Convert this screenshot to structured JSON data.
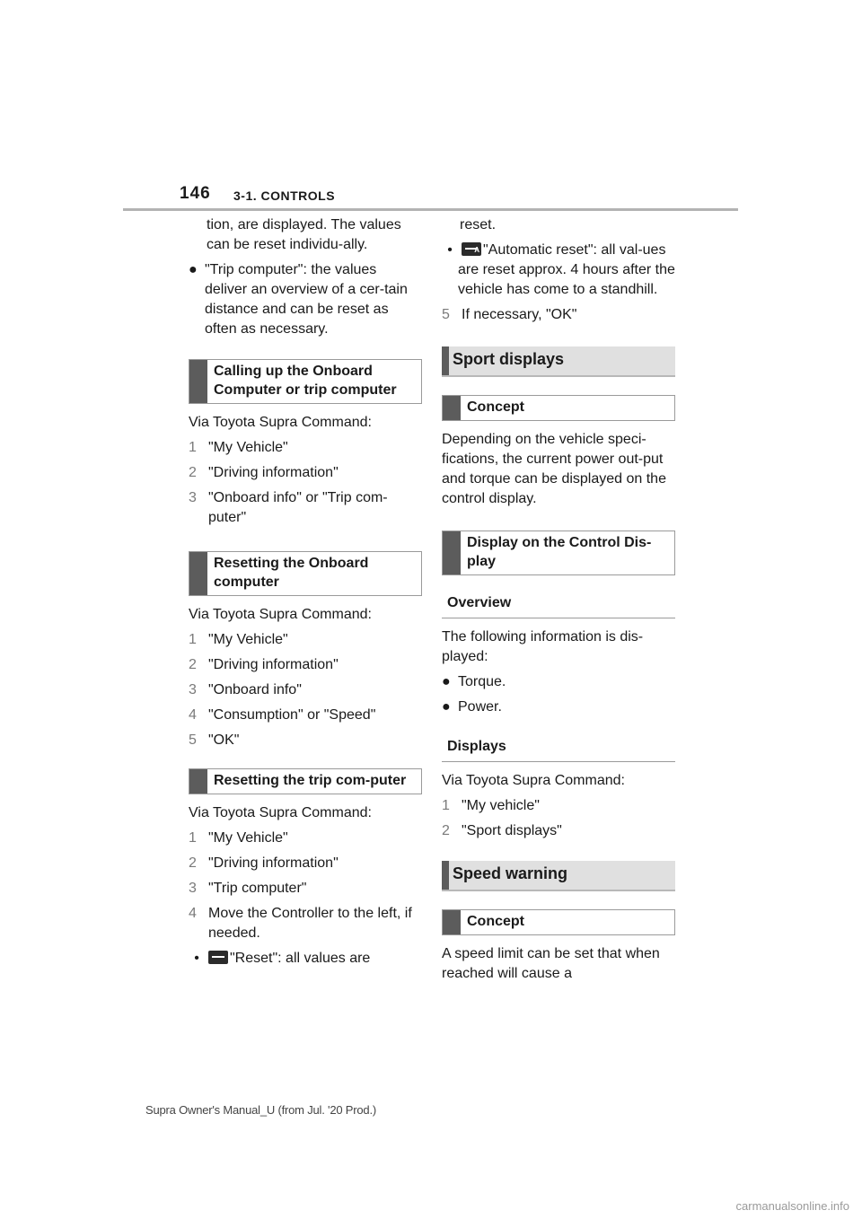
{
  "header": {
    "page_number": "146",
    "section": "3-1. CONTROLS"
  },
  "left": {
    "intro": "tion, are displayed. The values can be reset individu-ally.",
    "trip_bullet": "\"Trip computer\": the values deliver an overview of a cer-tain distance and can be reset as often as necessary.",
    "calling_heading": "Calling up the Onboard Computer or trip computer",
    "calling_via": "Via Toyota Supra Command:",
    "calling_steps": [
      {
        "num": "1",
        "text": "\"My Vehicle\""
      },
      {
        "num": "2",
        "text": "\"Driving information\""
      },
      {
        "num": "3",
        "text": "\"Onboard info\" or \"Trip com-puter\""
      }
    ],
    "reset_onboard_heading": "Resetting the Onboard computer",
    "reset_onboard_via": "Via Toyota Supra Command:",
    "reset_onboard_steps": [
      {
        "num": "1",
        "text": "\"My Vehicle\""
      },
      {
        "num": "2",
        "text": "\"Driving information\""
      },
      {
        "num": "3",
        "text": "\"Onboard info\""
      },
      {
        "num": "4",
        "text": "\"Consumption\" or \"Speed\""
      },
      {
        "num": "5",
        "text": "\"OK\""
      }
    ],
    "reset_trip_heading": "Resetting the trip com-puter",
    "reset_trip_via": "Via Toyota Supra Command:",
    "reset_trip_steps": [
      {
        "num": "1",
        "text": "\"My Vehicle\""
      },
      {
        "num": "2",
        "text": "\"Driving information\""
      },
      {
        "num": "3",
        "text": "\"Trip computer\""
      },
      {
        "num": "4",
        "text": "Move the Controller to the left, if needed."
      }
    ],
    "reset_bullet": "\"Reset\": all values are"
  },
  "right": {
    "reset_cont": "reset.",
    "auto_bullet": "\"Automatic reset\": all val-ues are reset approx. 4 hours after the vehicle has come to a standhill.",
    "step5_num": "5",
    "step5_text": "If necessary, \"OK\"",
    "sport_heading": "Sport displays",
    "concept_heading": "Concept",
    "concept_text": "Depending on the vehicle speci-fications, the current power out-put and torque can be displayed on the control display.",
    "display_heading": "Display on the Control Dis-play",
    "overview_heading": "Overview",
    "overview_text": "The following information is dis-played:",
    "overview_items": [
      "Torque.",
      "Power."
    ],
    "displays_heading": "Displays",
    "displays_via": "Via Toyota Supra Command:",
    "displays_steps": [
      {
        "num": "1",
        "text": "\"My vehicle\""
      },
      {
        "num": "2",
        "text": "\"Sport displays\""
      }
    ],
    "speed_heading": "Speed warning",
    "speed_concept_heading": "Concept",
    "speed_text": "A speed limit can be set that when reached will cause a"
  },
  "footer": "Supra Owner's Manual_U (from Jul. '20 Prod.)",
  "watermark": "carmanualsonline.info",
  "icons": {
    "bullet": "●",
    "list_dot": "•"
  }
}
